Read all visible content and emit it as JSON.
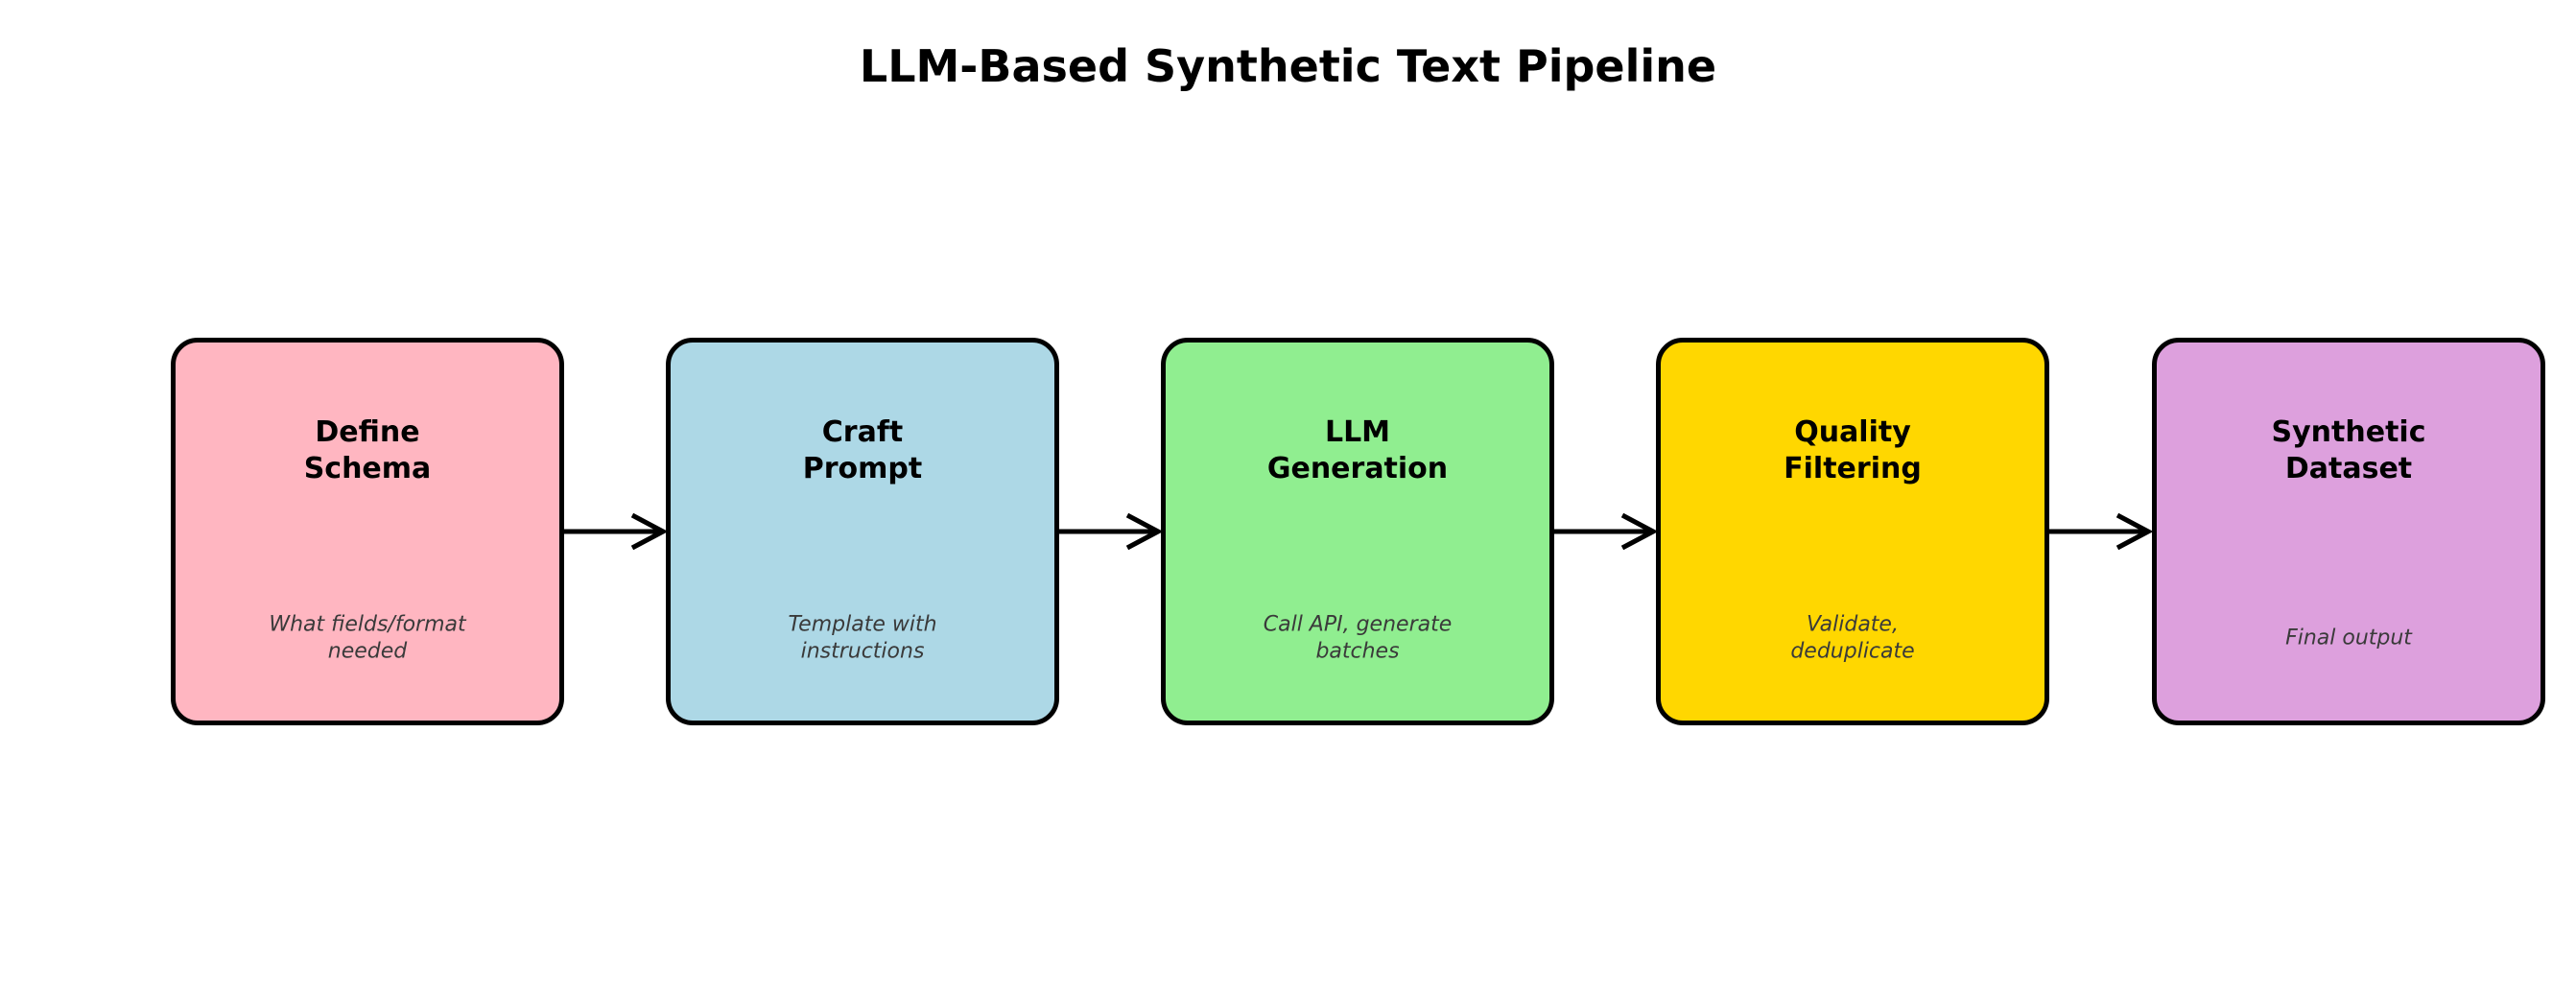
{
  "title": "LLM-Based Synthetic Text Pipeline",
  "stages": [
    {
      "label": "Define\nSchema",
      "caption": "What fields/format\nneeded",
      "color": "#FFB6C1"
    },
    {
      "label": "Craft\nPrompt",
      "caption": "Template with\ninstructions",
      "color": "#ADD8E6"
    },
    {
      "label": "LLM\nGeneration",
      "caption": "Call API, generate\nbatches",
      "color": "#90EE90"
    },
    {
      "label": "Quality\nFiltering",
      "caption": "Validate,\ndeduplicate",
      "color": "#FFD700"
    },
    {
      "label": "Synthetic\nDataset",
      "caption": "Final output",
      "color": "#DDA0DD"
    }
  ],
  "arrow": {
    "color": "#000000",
    "count": 4
  },
  "border_color": "#000000",
  "background_color": "#ffffff"
}
